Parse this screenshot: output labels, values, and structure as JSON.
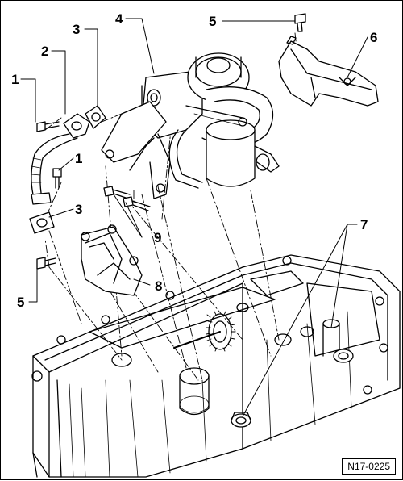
{
  "figure": {
    "id": "N17-0225",
    "callouts": [
      {
        "key": "c1a",
        "label": "1"
      },
      {
        "key": "c1b",
        "label": "1"
      },
      {
        "key": "c2",
        "label": "2"
      },
      {
        "key": "c3a",
        "label": "3"
      },
      {
        "key": "c3b",
        "label": "3"
      },
      {
        "key": "c4",
        "label": "4"
      },
      {
        "key": "c5a",
        "label": "5"
      },
      {
        "key": "c5b",
        "label": "5"
      },
      {
        "key": "c6",
        "label": "6"
      },
      {
        "key": "c7",
        "label": "7"
      },
      {
        "key": "c8",
        "label": "8"
      },
      {
        "key": "c9",
        "label": "9"
      }
    ]
  }
}
